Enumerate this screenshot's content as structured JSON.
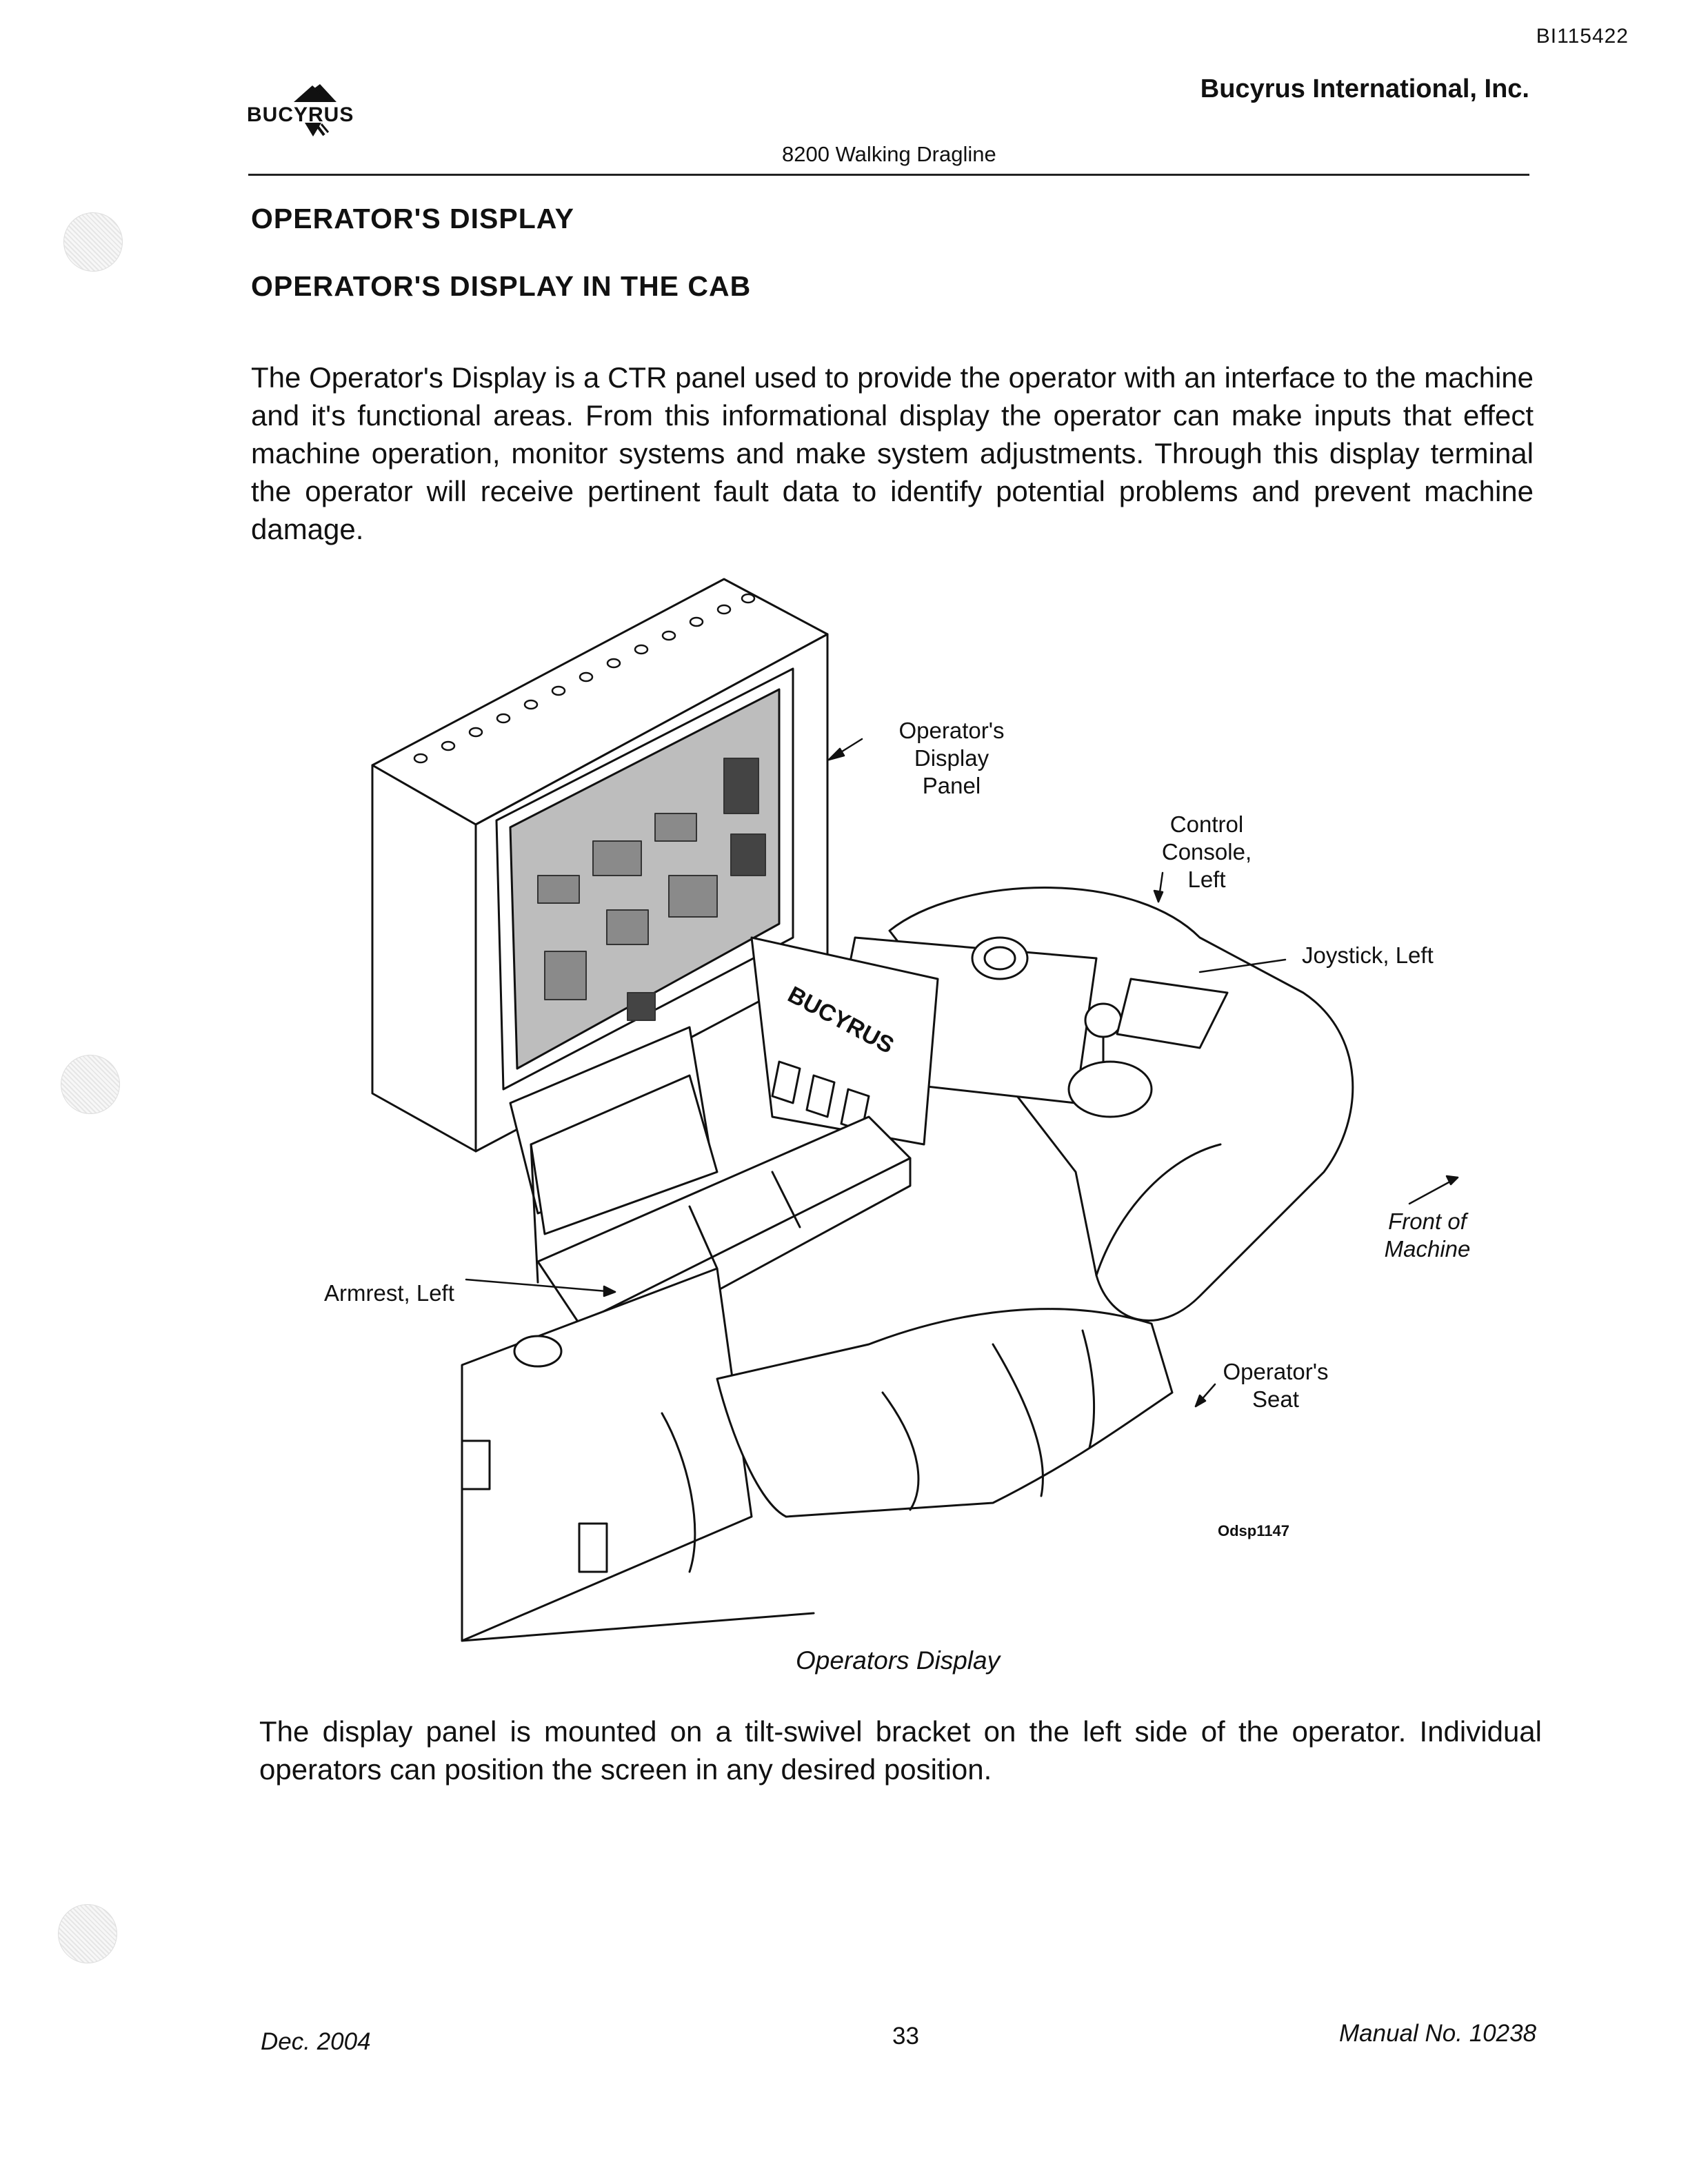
{
  "header": {
    "doc_id": "BI115422",
    "company": "Bucyrus International, Inc.",
    "logo_text": "BUCYRUS",
    "subtitle": "8200 Walking Dragline"
  },
  "section": {
    "title": "OPERATOR'S DISPLAY",
    "subtitle": "OPERATOR'S DISPLAY IN THE CAB"
  },
  "body": {
    "para1": "The Operator's Display is a CTR panel used to provide the operator with an interface to the machine and it's functional areas. From this informational display the operator can make inputs that effect machine operation, monitor systems and make system adjustments. Through this display terminal the operator will receive pertinent fault data to identify potential problems and prevent machine damage.",
    "para2": "The display panel is mounted on a tilt-swivel bracket on the left side of the operator. Individual operators can position the screen in any desired position."
  },
  "figure": {
    "callouts": {
      "display_panel": [
        "Operator's",
        "Display",
        "Panel"
      ],
      "control_console": [
        "Control",
        "Console,",
        "Left"
      ],
      "joystick": "Joystick, Left",
      "front": [
        "Front of",
        "Machine"
      ],
      "armrest": "Armrest, Left",
      "seat": [
        "Operator's",
        "Seat"
      ]
    },
    "console_brand": "BUCYRUS",
    "figure_id": "Odsp1147",
    "caption": "Operators Display"
  },
  "footer": {
    "date": "Dec. 2004",
    "page": "33",
    "manual": "Manual No. 10238"
  }
}
